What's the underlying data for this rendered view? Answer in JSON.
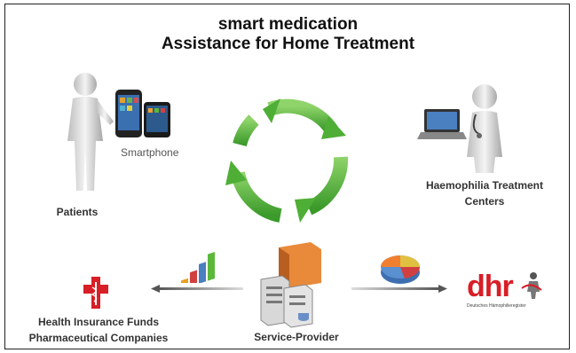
{
  "title": {
    "line1": "smart medication",
    "line2": "Assistance for Home Treatment"
  },
  "nodes": {
    "patients": "Patients",
    "smartphone": "Smartphone",
    "centers_line1": "Haemophilia Treatment",
    "centers_line2": "Centers",
    "insurance_line1": "Health Insurance Funds",
    "insurance_line2": "Pharmaceutical Companies",
    "service_provider": "Service-Provider"
  },
  "logo": {
    "text": "dhr",
    "subtitle": "Deutsches Hämophilieregister"
  },
  "colors": {
    "cycle_green": "#5cb83a",
    "logo_red": "#d81e26",
    "arrow_gray": "#7a7a7a"
  }
}
